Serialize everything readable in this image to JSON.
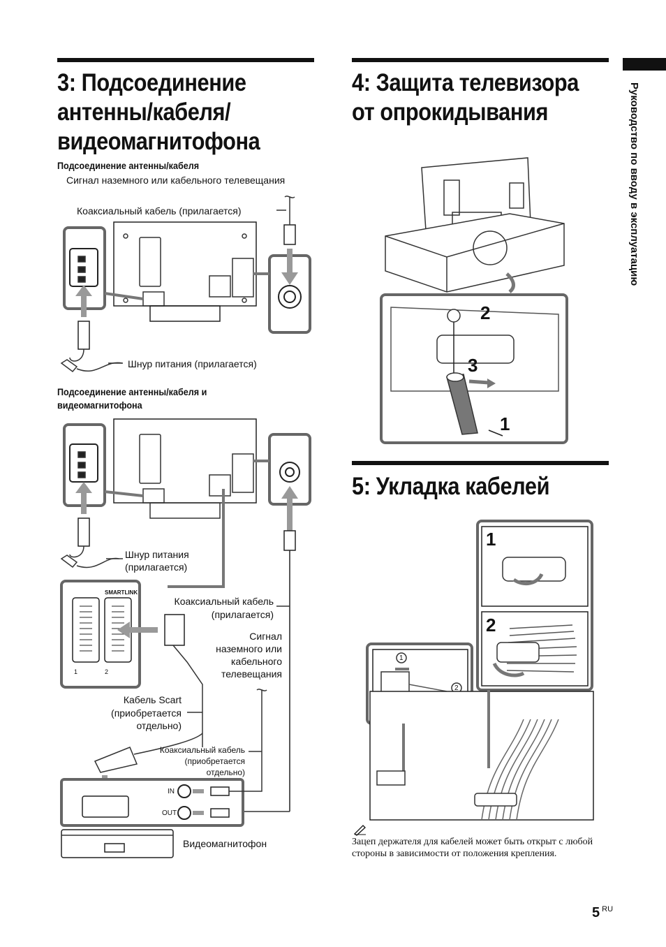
{
  "side_tab": "Руководство по вводу в эксплуатацию",
  "section3": {
    "title_lines": [
      "3: Подсоединение",
      "антенны/кабеля/",
      "видеомагнитофона"
    ],
    "sub1": "Подсоединение антенны/кабеля",
    "d1": {
      "signal": "Сигнал наземного или кабельного телевещания",
      "coax": "Коаксиальный кабель (прилагается)",
      "power": "Шнур питания (прилагается)"
    },
    "sub2_lines": [
      "Подсоединение антенны/кабеля и",
      "видеомагнитофона"
    ],
    "d2": {
      "power_lines": [
        "Шнур питания",
        "(прилагается)"
      ],
      "coax_lines": [
        "Коаксиальный кабель",
        "(прилагается)"
      ],
      "signal_lines": [
        "Сигнал",
        "наземного или",
        "кабельного",
        "телевещания"
      ],
      "scart_lines": [
        "Кабель Scart",
        "(приобретается",
        "отдельно)"
      ],
      "coax2_lines": [
        "Коаксиальный кабель",
        "(приобретается",
        "отдельно)"
      ],
      "in": "IN",
      "out": "OUT",
      "vcr": "Видеомагнитофон",
      "smartlink": "SMARTLINK",
      "scart_nums": [
        "1",
        "2"
      ]
    }
  },
  "section4": {
    "title_lines": [
      "4: Защита телевизора",
      "от опрокидывания"
    ],
    "steps": [
      "2",
      "3",
      "1"
    ]
  },
  "section5": {
    "title": "5: Укладка кабелей",
    "steps": [
      "1",
      "2"
    ],
    "circled": [
      "1",
      "2"
    ]
  },
  "note_icon": "note-pencil-icon",
  "note": "Зацеп держателя для кабелей может быть открыт с любой стороны в зависимости от положения крепления.",
  "page": {
    "number": "5",
    "lang": "RU"
  }
}
